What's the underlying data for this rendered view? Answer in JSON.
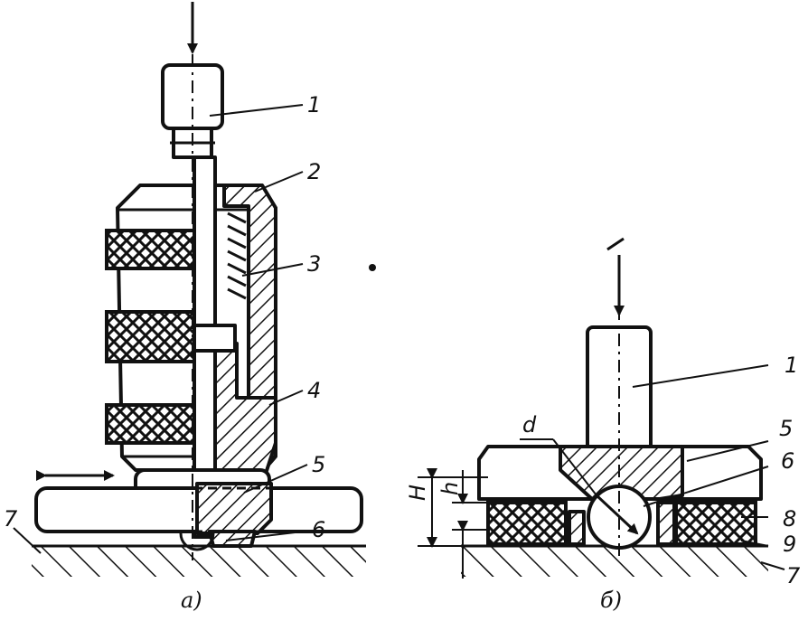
{
  "figure_a": {
    "caption": "a)",
    "labels": {
      "p1": "1",
      "p2": "2",
      "p3": "3",
      "p4": "4",
      "p5": "5",
      "p6": "6",
      "p7": "7"
    }
  },
  "figure_b": {
    "caption": "б)",
    "labels": {
      "p1": "1",
      "p5": "5",
      "p6": "6",
      "p7": "7",
      "p8": "8",
      "p9": "9",
      "d": "d",
      "H": "H",
      "h": "h"
    }
  }
}
